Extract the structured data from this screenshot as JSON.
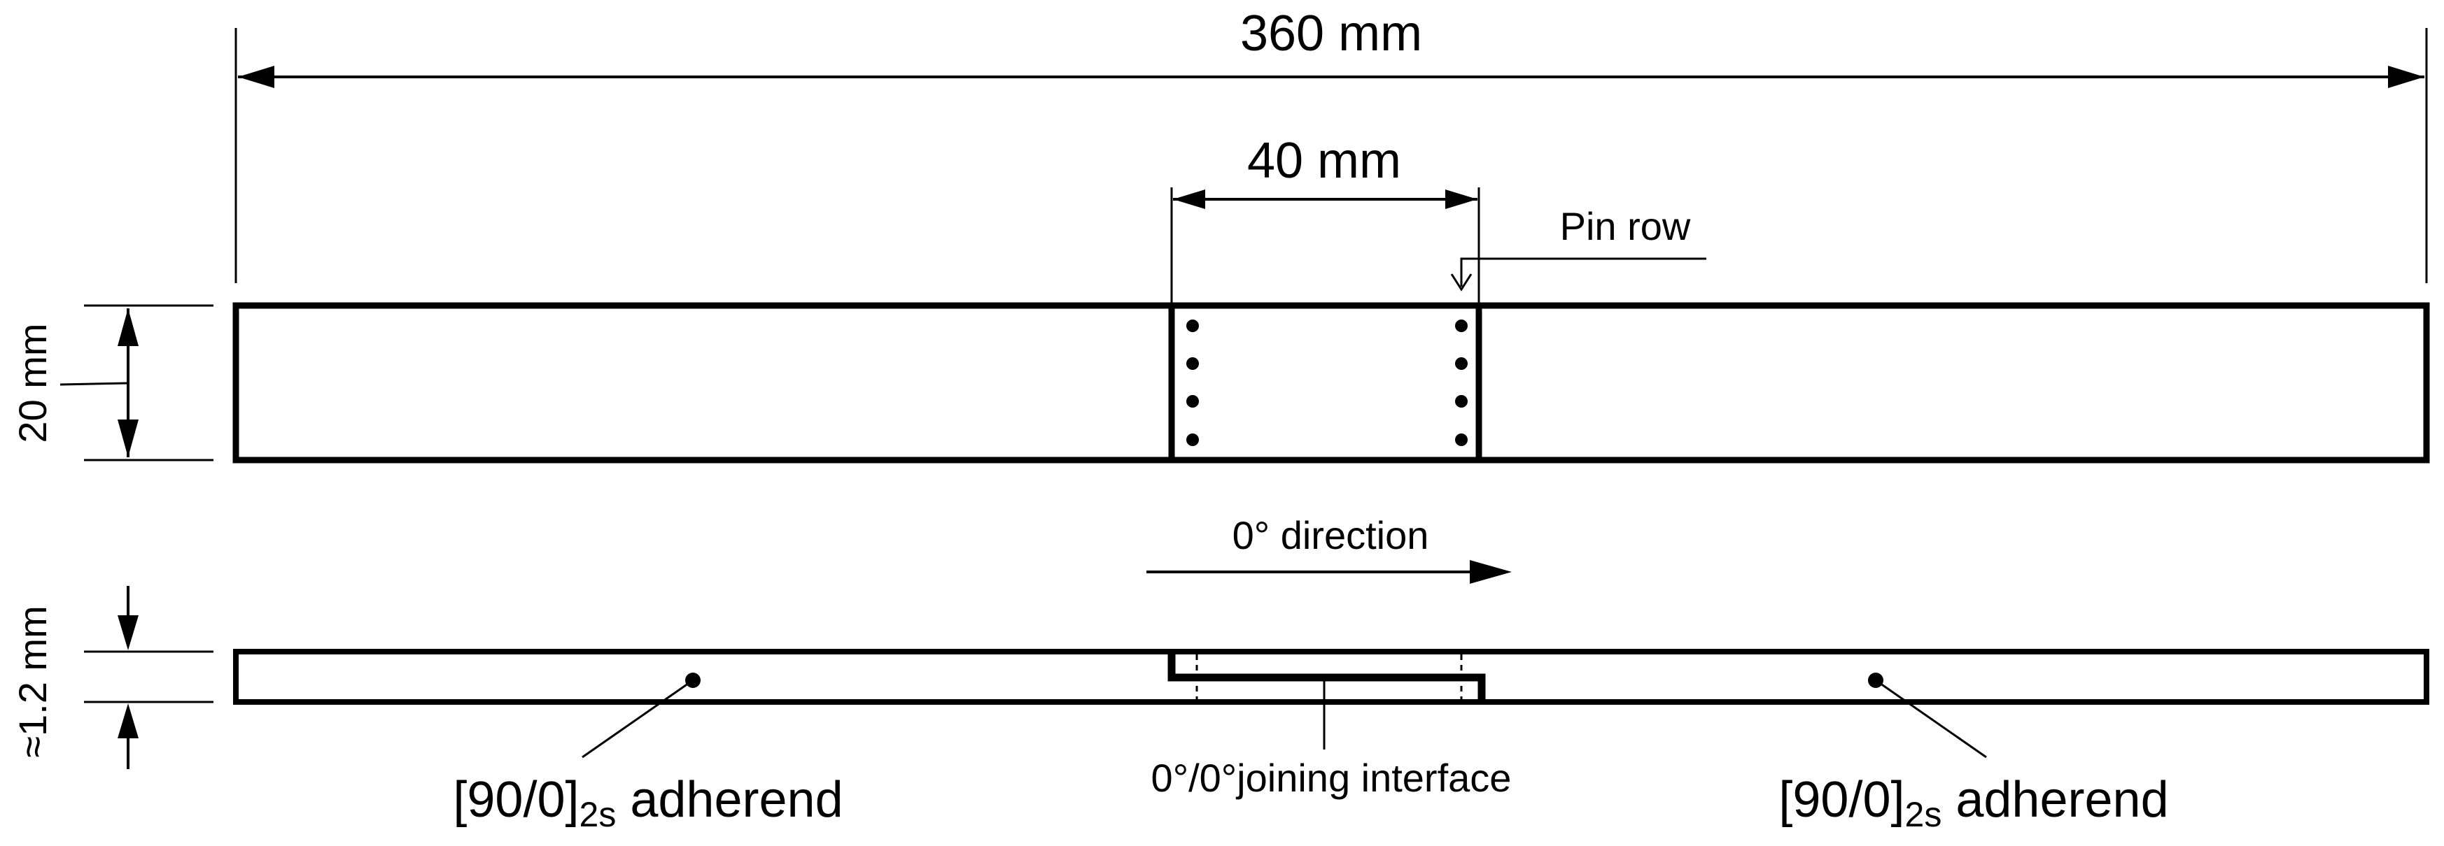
{
  "dimensions": {
    "overall_length": "360 mm",
    "overlap_length": "40 mm",
    "width": "20 mm",
    "thickness": "≈1.2 mm"
  },
  "annotations": {
    "pin_row": "Pin row",
    "direction": "0° direction",
    "interface": "0°/0°joining interface"
  },
  "adherends": [
    {
      "main": "[90/0]",
      "subscript": "2s",
      "suffix": " adherend"
    },
    {
      "main": "[90/0]",
      "subscript": "2s",
      "suffix": " adherend"
    }
  ],
  "pins": {
    "rows": 2,
    "pins_per_row": 4
  }
}
